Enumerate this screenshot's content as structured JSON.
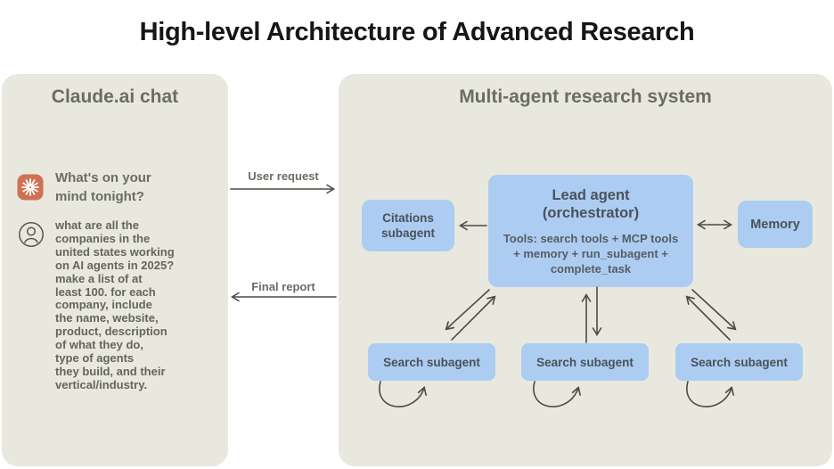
{
  "title": "High-level Architecture of Advanced Research",
  "left_panel": {
    "title": "Claude.ai chat",
    "assistant_message": {
      "icon": "claude-spark-icon",
      "text": "What's on your\nmind tonight?"
    },
    "user_message": {
      "icon": "user-avatar-icon",
      "text": "what are all the\ncompanies in the\nunited states working\non AI agents in 2025?\nmake a list of at\nleast 100. for each\ncompany, include\nthe name, website,\nproduct, description\nof what they do,\ntype of agents\nthey build, and their\nvertical/industry."
    }
  },
  "flows": {
    "user_request": "User request",
    "final_report": "Final report"
  },
  "right_panel": {
    "title": "Multi-agent research system",
    "lead_agent": {
      "title": "Lead agent\n(orchestrator)",
      "tools": "Tools: search tools + MCP tools\n+ memory + run_subagent +\ncomplete_task"
    },
    "citations_subagent": "Citations\nsubagent",
    "memory": "Memory",
    "search_subagents": [
      "Search subagent",
      "Search subagent",
      "Search subagent"
    ]
  },
  "colors": {
    "background": "#ffffff",
    "panel_beige": "#e9e8df",
    "box_blue": "#accdf1",
    "claude_orange": "#cf7154",
    "arrow_gray": "#4c4b45",
    "title_black": "#161616",
    "muted_text": "#6b6c63"
  }
}
